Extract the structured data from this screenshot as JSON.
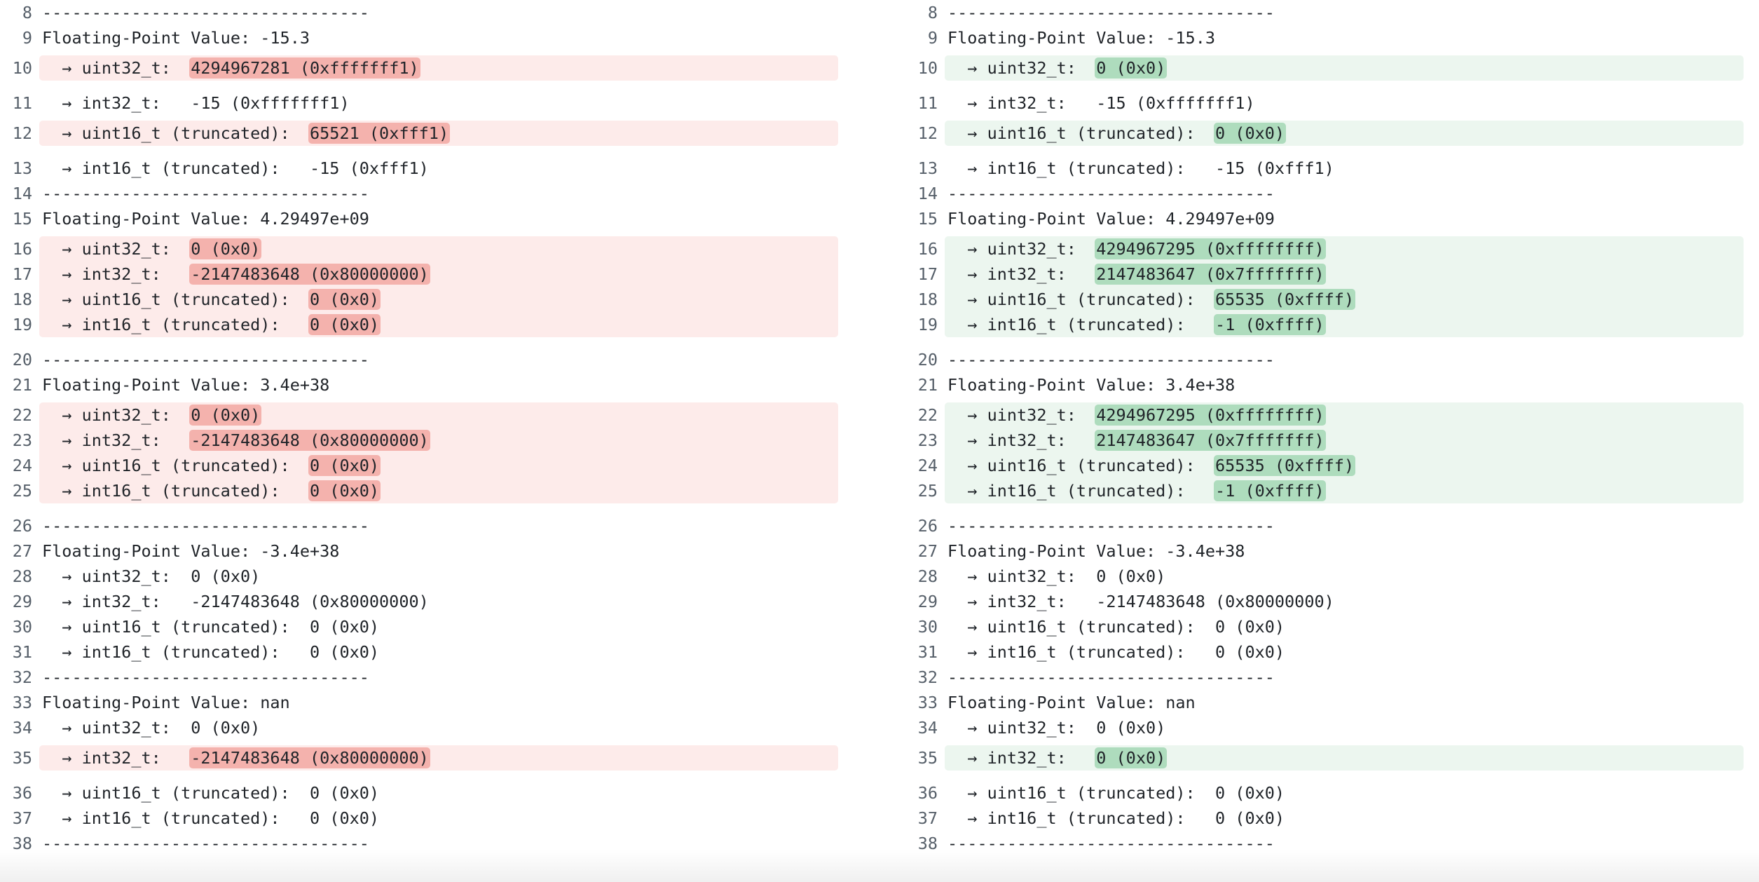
{
  "left_pane": {
    "side": "removed",
    "lines": [
      {
        "n": "8",
        "segments": [
          {
            "text": "---------------------------------"
          }
        ]
      },
      {
        "n": "9",
        "segments": [
          {
            "text": "Floating-Point Value: -15.3"
          }
        ]
      },
      {
        "n": "10",
        "changed": true,
        "segments": [
          {
            "text": "  → uint32_t:  "
          },
          {
            "text": "4294967281 (0xfffffff1)",
            "hl": true
          }
        ]
      },
      {
        "n": "11",
        "segments": [
          {
            "text": "  → int32_t:   -15 (0xfffffff1)"
          }
        ]
      },
      {
        "n": "12",
        "changed": true,
        "segments": [
          {
            "text": "  → uint16_t (truncated):  "
          },
          {
            "text": "65521 (0xfff1)",
            "hl": true
          }
        ]
      },
      {
        "n": "13",
        "segments": [
          {
            "text": "  → int16_t (truncated):   -15 (0xfff1)"
          }
        ]
      },
      {
        "n": "14",
        "segments": [
          {
            "text": "---------------------------------"
          }
        ]
      },
      {
        "n": "15",
        "segments": [
          {
            "text": "Floating-Point Value: 4.29497e+09"
          }
        ]
      },
      {
        "n": "16",
        "changed": true,
        "segments": [
          {
            "text": "  → uint32_t:  "
          },
          {
            "text": "0 (0x0)",
            "hl": true
          }
        ]
      },
      {
        "n": "17",
        "changed": true,
        "segments": [
          {
            "text": "  → int32_t:   "
          },
          {
            "text": "-2147483648 (0x80000000)",
            "hl": true
          }
        ]
      },
      {
        "n": "18",
        "changed": true,
        "segments": [
          {
            "text": "  → uint16_t (truncated):  "
          },
          {
            "text": "0 (0x0)",
            "hl": true
          }
        ]
      },
      {
        "n": "19",
        "changed": true,
        "segments": [
          {
            "text": "  → int16_t (truncated):   "
          },
          {
            "text": "0 (0x0)",
            "hl": true
          }
        ]
      },
      {
        "n": "20",
        "segments": [
          {
            "text": "---------------------------------"
          }
        ]
      },
      {
        "n": "21",
        "segments": [
          {
            "text": "Floating-Point Value: 3.4e+38"
          }
        ]
      },
      {
        "n": "22",
        "changed": true,
        "segments": [
          {
            "text": "  → uint32_t:  "
          },
          {
            "text": "0 (0x0)",
            "hl": true
          }
        ]
      },
      {
        "n": "23",
        "changed": true,
        "segments": [
          {
            "text": "  → int32_t:   "
          },
          {
            "text": "-2147483648 (0x80000000)",
            "hl": true
          }
        ]
      },
      {
        "n": "24",
        "changed": true,
        "segments": [
          {
            "text": "  → uint16_t (truncated):  "
          },
          {
            "text": "0 (0x0)",
            "hl": true
          }
        ]
      },
      {
        "n": "25",
        "changed": true,
        "segments": [
          {
            "text": "  → int16_t (truncated):   "
          },
          {
            "text": "0 (0x0)",
            "hl": true
          }
        ]
      },
      {
        "n": "26",
        "segments": [
          {
            "text": "---------------------------------"
          }
        ]
      },
      {
        "n": "27",
        "segments": [
          {
            "text": "Floating-Point Value: -3.4e+38"
          }
        ]
      },
      {
        "n": "28",
        "segments": [
          {
            "text": "  → uint32_t:  0 (0x0)"
          }
        ]
      },
      {
        "n": "29",
        "segments": [
          {
            "text": "  → int32_t:   -2147483648 (0x80000000)"
          }
        ]
      },
      {
        "n": "30",
        "segments": [
          {
            "text": "  → uint16_t (truncated):  0 (0x0)"
          }
        ]
      },
      {
        "n": "31",
        "segments": [
          {
            "text": "  → int16_t (truncated):   0 (0x0)"
          }
        ]
      },
      {
        "n": "32",
        "segments": [
          {
            "text": "---------------------------------"
          }
        ]
      },
      {
        "n": "33",
        "segments": [
          {
            "text": "Floating-Point Value: nan"
          }
        ]
      },
      {
        "n": "34",
        "segments": [
          {
            "text": "  → uint32_t:  0 (0x0)"
          }
        ]
      },
      {
        "n": "35",
        "changed": true,
        "segments": [
          {
            "text": "  → int32_t:   "
          },
          {
            "text": "-2147483648 (0x80000000)",
            "hl": true
          }
        ]
      },
      {
        "n": "36",
        "segments": [
          {
            "text": "  → uint16_t (truncated):  0 (0x0)"
          }
        ]
      },
      {
        "n": "37",
        "segments": [
          {
            "text": "  → int16_t (truncated):   0 (0x0)"
          }
        ]
      },
      {
        "n": "38",
        "segments": [
          {
            "text": "---------------------------------"
          }
        ]
      }
    ]
  },
  "right_pane": {
    "side": "added",
    "lines": [
      {
        "n": "8",
        "segments": [
          {
            "text": "---------------------------------"
          }
        ]
      },
      {
        "n": "9",
        "segments": [
          {
            "text": "Floating-Point Value: -15.3"
          }
        ]
      },
      {
        "n": "10",
        "changed": true,
        "segments": [
          {
            "text": "  → uint32_t:  "
          },
          {
            "text": "0 (0x0)",
            "hl": true
          }
        ]
      },
      {
        "n": "11",
        "segments": [
          {
            "text": "  → int32_t:   -15 (0xfffffff1)"
          }
        ]
      },
      {
        "n": "12",
        "changed": true,
        "segments": [
          {
            "text": "  → uint16_t (truncated):  "
          },
          {
            "text": "0 (0x0)",
            "hl": true
          }
        ]
      },
      {
        "n": "13",
        "segments": [
          {
            "text": "  → int16_t (truncated):   -15 (0xfff1)"
          }
        ]
      },
      {
        "n": "14",
        "segments": [
          {
            "text": "---------------------------------"
          }
        ]
      },
      {
        "n": "15",
        "segments": [
          {
            "text": "Floating-Point Value: 4.29497e+09"
          }
        ]
      },
      {
        "n": "16",
        "changed": true,
        "segments": [
          {
            "text": "  → uint32_t:  "
          },
          {
            "text": "4294967295 (0xffffffff)",
            "hl": true
          }
        ]
      },
      {
        "n": "17",
        "changed": true,
        "segments": [
          {
            "text": "  → int32_t:   "
          },
          {
            "text": "2147483647 (0x7fffffff)",
            "hl": true
          }
        ]
      },
      {
        "n": "18",
        "changed": true,
        "segments": [
          {
            "text": "  → uint16_t (truncated):  "
          },
          {
            "text": "65535 (0xffff)",
            "hl": true
          }
        ]
      },
      {
        "n": "19",
        "changed": true,
        "segments": [
          {
            "text": "  → int16_t (truncated):   "
          },
          {
            "text": "-1 (0xffff)",
            "hl": true
          }
        ]
      },
      {
        "n": "20",
        "segments": [
          {
            "text": "---------------------------------"
          }
        ]
      },
      {
        "n": "21",
        "segments": [
          {
            "text": "Floating-Point Value: 3.4e+38"
          }
        ]
      },
      {
        "n": "22",
        "changed": true,
        "segments": [
          {
            "text": "  → uint32_t:  "
          },
          {
            "text": "4294967295 (0xffffffff)",
            "hl": true
          }
        ]
      },
      {
        "n": "23",
        "changed": true,
        "segments": [
          {
            "text": "  → int32_t:   "
          },
          {
            "text": "2147483647 (0x7fffffff)",
            "hl": true
          }
        ]
      },
      {
        "n": "24",
        "changed": true,
        "segments": [
          {
            "text": "  → uint16_t (truncated):  "
          },
          {
            "text": "65535 (0xffff)",
            "hl": true
          }
        ]
      },
      {
        "n": "25",
        "changed": true,
        "segments": [
          {
            "text": "  → int16_t (truncated):   "
          },
          {
            "text": "-1 (0xffff)",
            "hl": true
          }
        ]
      },
      {
        "n": "26",
        "segments": [
          {
            "text": "---------------------------------"
          }
        ]
      },
      {
        "n": "27",
        "segments": [
          {
            "text": "Floating-Point Value: -3.4e+38"
          }
        ]
      },
      {
        "n": "28",
        "segments": [
          {
            "text": "  → uint32_t:  0 (0x0)"
          }
        ]
      },
      {
        "n": "29",
        "segments": [
          {
            "text": "  → int32_t:   -2147483648 (0x80000000)"
          }
        ]
      },
      {
        "n": "30",
        "segments": [
          {
            "text": "  → uint16_t (truncated):  0 (0x0)"
          }
        ]
      },
      {
        "n": "31",
        "segments": [
          {
            "text": "  → int16_t (truncated):   0 (0x0)"
          }
        ]
      },
      {
        "n": "32",
        "segments": [
          {
            "text": "---------------------------------"
          }
        ]
      },
      {
        "n": "33",
        "segments": [
          {
            "text": "Floating-Point Value: nan"
          }
        ]
      },
      {
        "n": "34",
        "segments": [
          {
            "text": "  → uint32_t:  0 (0x0)"
          }
        ]
      },
      {
        "n": "35",
        "changed": true,
        "segments": [
          {
            "text": "  → int32_t:   "
          },
          {
            "text": "0 (0x0)",
            "hl": true
          }
        ]
      },
      {
        "n": "36",
        "segments": [
          {
            "text": "  → uint16_t (truncated):  0 (0x0)"
          }
        ]
      },
      {
        "n": "37",
        "segments": [
          {
            "text": "  → int16_t (truncated):   0 (0x0)"
          }
        ]
      },
      {
        "n": "38",
        "segments": [
          {
            "text": "---------------------------------"
          }
        ]
      }
    ]
  },
  "colors": {
    "removed_line_bg": "#fdebea",
    "removed_word_bg": "#f4b2ad",
    "added_line_bg": "#ecf6ef",
    "added_word_bg": "#aedcbd",
    "line_number": "#57606a",
    "text": "#1f2328"
  }
}
